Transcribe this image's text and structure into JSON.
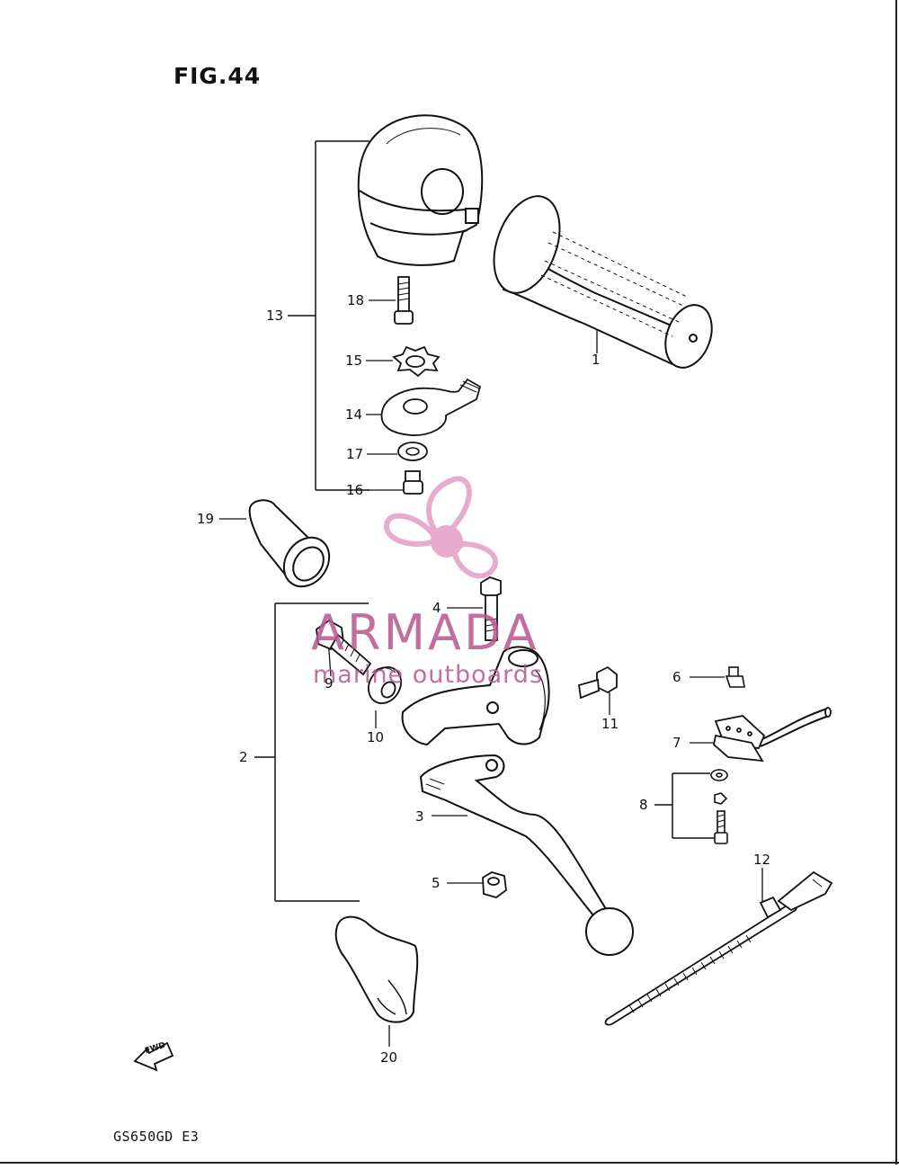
{
  "figure": {
    "title": "FIG.44",
    "model": "GS650GD E3"
  },
  "watermark": {
    "brand": "ARMADA",
    "tagline": "marine outboards",
    "color": "#e6a3c8",
    "text_color": "#b8568c"
  },
  "fwd_label": "FWD",
  "callouts": {
    "c1": "1",
    "c2": "2",
    "c3": "3",
    "c4": "4",
    "c5": "5",
    "c6": "6",
    "c7": "7",
    "c8": "8",
    "c9": "9",
    "c10": "10",
    "c11": "11",
    "c12": "12",
    "c13": "13",
    "c14": "14",
    "c15": "15",
    "c16": "16",
    "c17": "17",
    "c18": "18",
    "c19": "19",
    "c20": "20"
  }
}
